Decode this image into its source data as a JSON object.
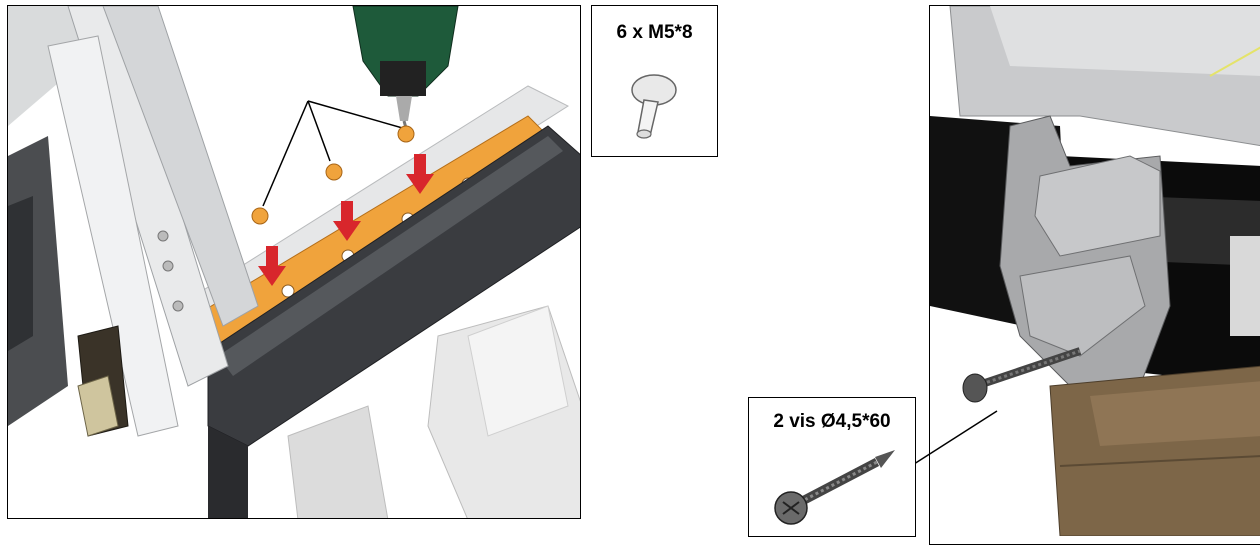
{
  "parts": {
    "m5_screws": {
      "label": "6 x M5*8",
      "icon": "mushroom-screw-icon"
    },
    "wood_screws": {
      "label": "2 vis Ø4,5*60",
      "icon": "phillips-screw-icon"
    }
  },
  "illustrations": {
    "left": {
      "icon": "drill-assembly-illustration"
    },
    "right": {
      "icon": "bracket-closeup-illustration"
    }
  },
  "colors": {
    "orange_plate": "#f0a33c",
    "arrow_red": "#d8262c",
    "frame_dark": "#3a3c40",
    "wood": "#7d6648",
    "drill_green": "#1e5a3a"
  }
}
